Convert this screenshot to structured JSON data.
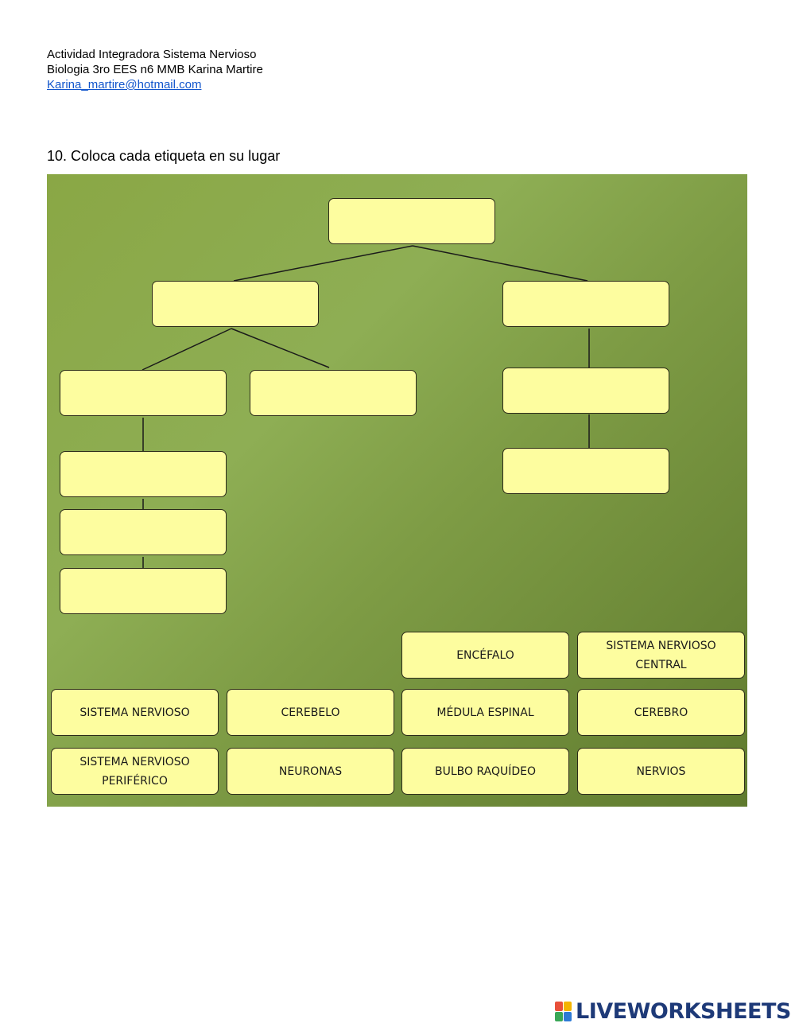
{
  "header": {
    "line1": "Actividad Integradora Sistema Nervioso",
    "line2": "Biologia 3ro EES n6 MMB Karina Martire",
    "email": "Karina_martire@hotmail.com"
  },
  "question": "10. Coloca cada etiqueta en su lugar",
  "labels": [
    {
      "id": "encefalo",
      "lines": [
        "ENCÉFALO"
      ]
    },
    {
      "id": "snc",
      "lines": [
        "SISTEMA NERVIOSO",
        "CENTRAL"
      ]
    },
    {
      "id": "sistema-nervioso",
      "lines": [
        "SISTEMA NERVIOSO"
      ]
    },
    {
      "id": "cerebelo",
      "lines": [
        "CEREBELO"
      ]
    },
    {
      "id": "medula",
      "lines": [
        "MÉDULA ESPINAL"
      ]
    },
    {
      "id": "cerebro",
      "lines": [
        "CEREBRO"
      ]
    },
    {
      "id": "snp",
      "lines": [
        "SISTEMA NERVIOSO",
        "PERIFÉRICO"
      ]
    },
    {
      "id": "neuronas",
      "lines": [
        "NEURONAS"
      ]
    },
    {
      "id": "bulbo",
      "lines": [
        "BULBO RAQUÍDEO"
      ]
    },
    {
      "id": "nervios",
      "lines": [
        "NERVIOS"
      ]
    }
  ],
  "colors": {
    "slot_fill": "#fdfd9f",
    "board_green": "#8aa745",
    "board_dark": "#5f7a2e",
    "link": "#1155cc",
    "logo": "#1e3a78"
  },
  "logo": {
    "text": "LIVEWORKSHEETS"
  }
}
